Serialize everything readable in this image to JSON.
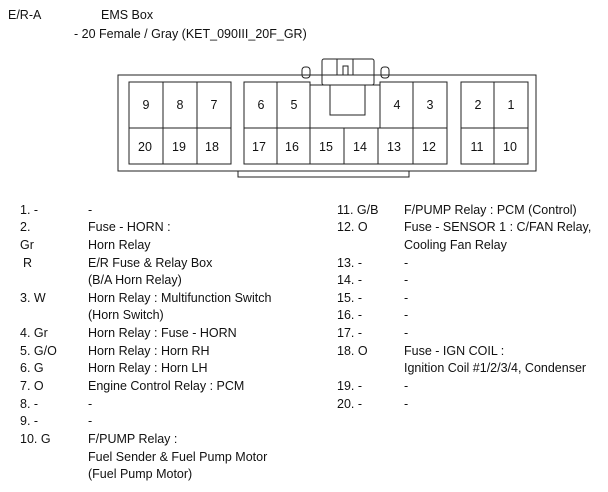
{
  "header": {
    "code": "E/R-A",
    "name": "EMS Box",
    "spec": "- 20 Female / Gray (KET_090III_20F_GR)"
  },
  "pins_top": [
    "9",
    "8",
    "7",
    "6",
    "5",
    "4",
    "3",
    "2",
    "1"
  ],
  "pins_bottom": [
    "20",
    "19",
    "18",
    "17",
    "16",
    "15",
    "14",
    "13",
    "12",
    "11",
    "10"
  ],
  "left_rows": [
    {
      "n": "1. -",
      "d": "-"
    },
    {
      "n": "2.",
      "d": "Fuse - HORN :"
    },
    {
      "n": "Gr",
      "d": "Horn Relay"
    },
    {
      "n": "R",
      "d": "E/R Fuse & Relay Box"
    },
    {
      "n": "",
      "d": "(B/A Horn Relay)"
    },
    {
      "n": "3. W",
      "d": "Horn Relay : Multifunction Switch"
    },
    {
      "n": "",
      "d": "(Horn Switch)"
    },
    {
      "n": "4. Gr",
      "d": "Horn Relay : Fuse - HORN"
    },
    {
      "n": "5. G/O",
      "d": "Horn Relay : Horn RH"
    },
    {
      "n": "6. G",
      "d": "Horn Relay : Horn LH"
    },
    {
      "n": "7. O",
      "d": "Engine Control Relay : PCM"
    },
    {
      "n": "8. -",
      "d": "-"
    },
    {
      "n": "9. -",
      "d": "-"
    },
    {
      "n": "10. G",
      "d": "F/PUMP Relay :"
    },
    {
      "n": "",
      "d": "Fuel Sender & Fuel Pump Motor"
    },
    {
      "n": "",
      "d": "(Fuel Pump Motor)"
    }
  ],
  "right_rows": [
    {
      "n": "11. G/B",
      "d": "F/PUMP Relay : PCM (Control)"
    },
    {
      "n": "12. O",
      "d": "Fuse - SENSOR 1 : C/FAN Relay,"
    },
    {
      "n": "",
      "d": "Cooling Fan Relay"
    },
    {
      "n": "13. -",
      "d": "-"
    },
    {
      "n": "14. -",
      "d": "-"
    },
    {
      "n": "15. -",
      "d": "-"
    },
    {
      "n": "16. -",
      "d": "-"
    },
    {
      "n": "17. -",
      "d": "-"
    },
    {
      "n": "18. O",
      "d": "Fuse - IGN COIL :"
    },
    {
      "n": "",
      "d": "Ignition Coil #1/2/3/4, Condenser"
    },
    {
      "n": "19. -",
      "d": "-"
    },
    {
      "n": "20. -",
      "d": "-"
    }
  ]
}
